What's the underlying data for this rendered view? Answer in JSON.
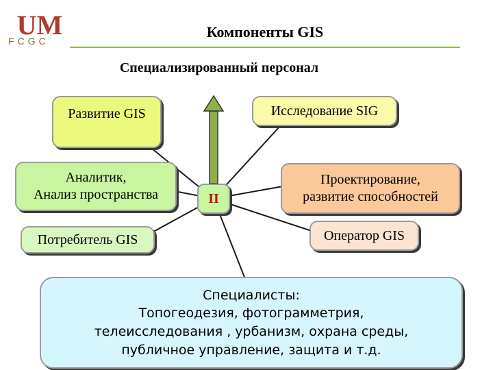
{
  "header": {
    "logo_text": "UM",
    "logo_sub": "FCGC",
    "title": "Компоненты GIS"
  },
  "subtitle": "Специализированный персонал",
  "boxes": {
    "development": "Развитие GIS",
    "research": "Исследование  SIG",
    "analyst": "Аналитик,\nАнализ пространства",
    "center": "II",
    "design": "Проектирование,\nразвитие способностей",
    "consumer": "Потребитель GIS",
    "operator": "Оператор GIS"
  },
  "specialists": {
    "line1": "Специалисты:",
    "line2": "Топогеодезия, фотограмметрия,",
    "line3": "телеисследования , урбанизм, охрана среды,",
    "line4": "публичное управление, защита и т.д."
  },
  "colors": {
    "header_accent": "#8fb84a",
    "logo_red": "#c0392b",
    "arrow_fill": "#8db04a",
    "center_text": "#c01010"
  }
}
